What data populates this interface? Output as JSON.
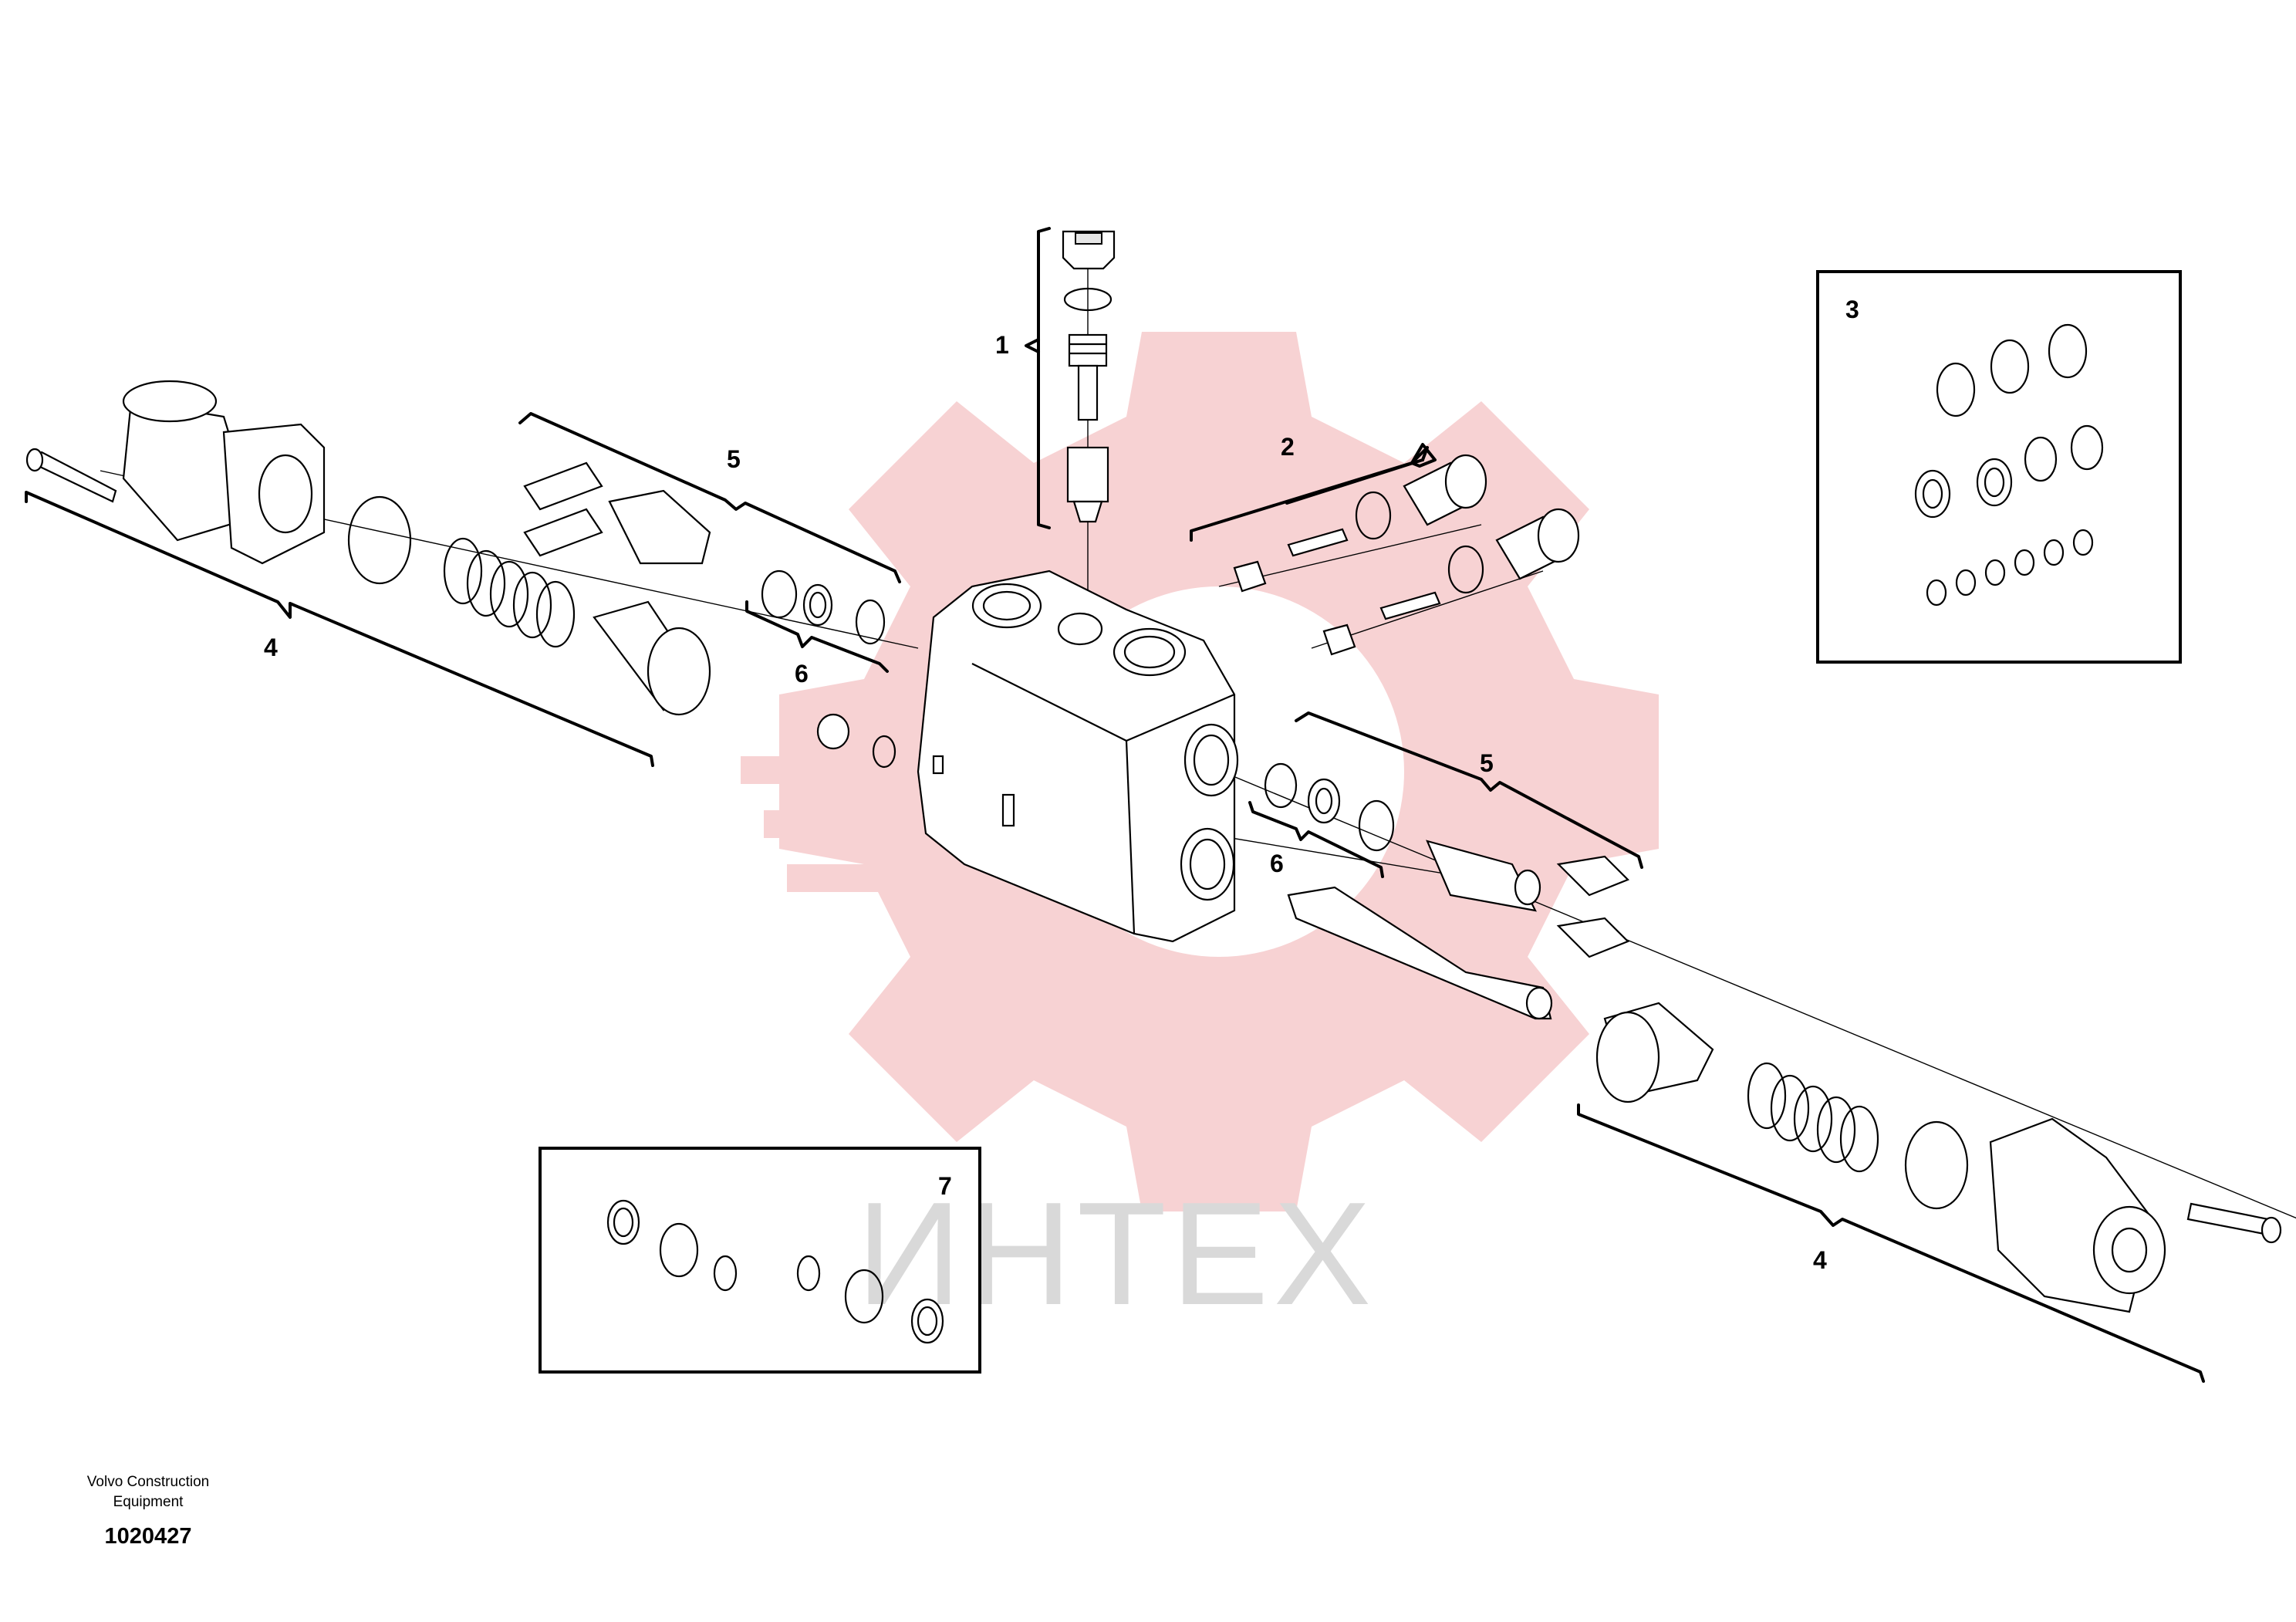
{
  "watermark": {
    "text": "ИНТЕХ",
    "gear_color": "#f7d2d3",
    "text_color": "#d9d9d9"
  },
  "callouts": {
    "c1": "1",
    "c2": "2",
    "c3": "3",
    "c4_left": "4",
    "c4_right": "4",
    "c5_left": "5",
    "c5_right": "5",
    "c6_left": "6",
    "c6_right": "6",
    "c7": "7"
  },
  "footer": {
    "line1": "Volvo Construction",
    "line2": "Equipment",
    "doc_number": "1020427"
  }
}
